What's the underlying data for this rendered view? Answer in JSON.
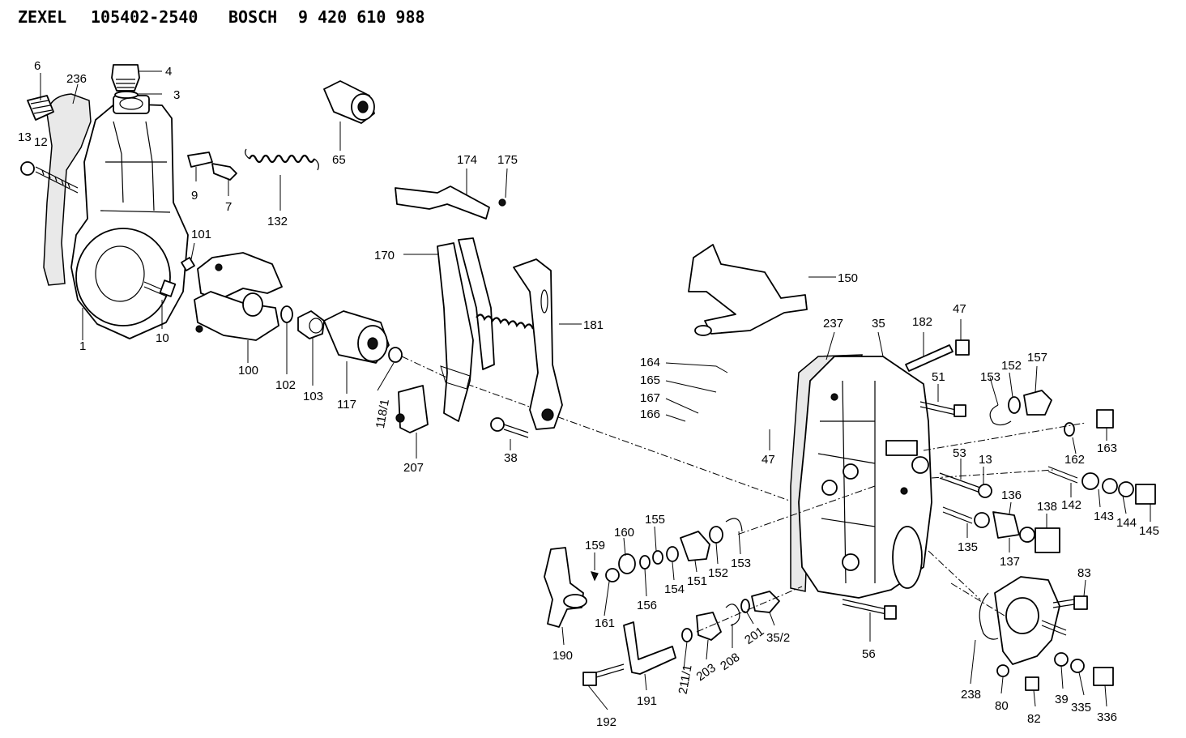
{
  "header": {
    "left_brand": "ZEXEL",
    "left_number": "105402-2540",
    "right_brand": "BOSCH",
    "right_number": "9 420 610 988"
  },
  "labels": [
    "6",
    "236",
    "4",
    "3",
    "13",
    "12",
    "9",
    "7",
    "132",
    "65",
    "1",
    "101",
    "10",
    "100",
    "102",
    "103",
    "117",
    "118/1",
    "174",
    "175",
    "170",
    "181",
    "207",
    "38",
    "150",
    "237",
    "35",
    "182",
    "47",
    "164",
    "165",
    "167",
    "166",
    "47",
    "51",
    "153",
    "152",
    "157",
    "163",
    "162",
    "13",
    "53",
    "136",
    "142",
    "143",
    "144",
    "145",
    "135",
    "137",
    "138",
    "159",
    "160",
    "155",
    "154",
    "151",
    "152",
    "153",
    "161",
    "156",
    "190",
    "191",
    "192",
    "211/1",
    "203",
    "208",
    "201",
    "35/2",
    "56",
    "238",
    "80",
    "82",
    "39",
    "335",
    "336",
    "83"
  ]
}
